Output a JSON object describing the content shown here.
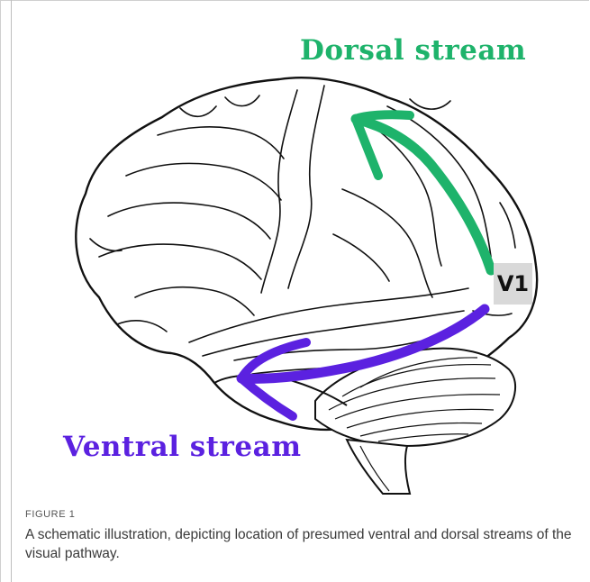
{
  "figure": {
    "dorsal_label": "Dorsal stream",
    "ventral_label": "Ventral stream",
    "v1_label": "V1",
    "dorsal_color": "#1eb36b",
    "ventral_color": "#5b21e0",
    "v1_bg_color": "#d9d9d9"
  },
  "caption": {
    "number": "FIGURE 1",
    "text": "A schematic illustration, depicting location of presumed ventral and dorsal streams of the visual pathway."
  }
}
